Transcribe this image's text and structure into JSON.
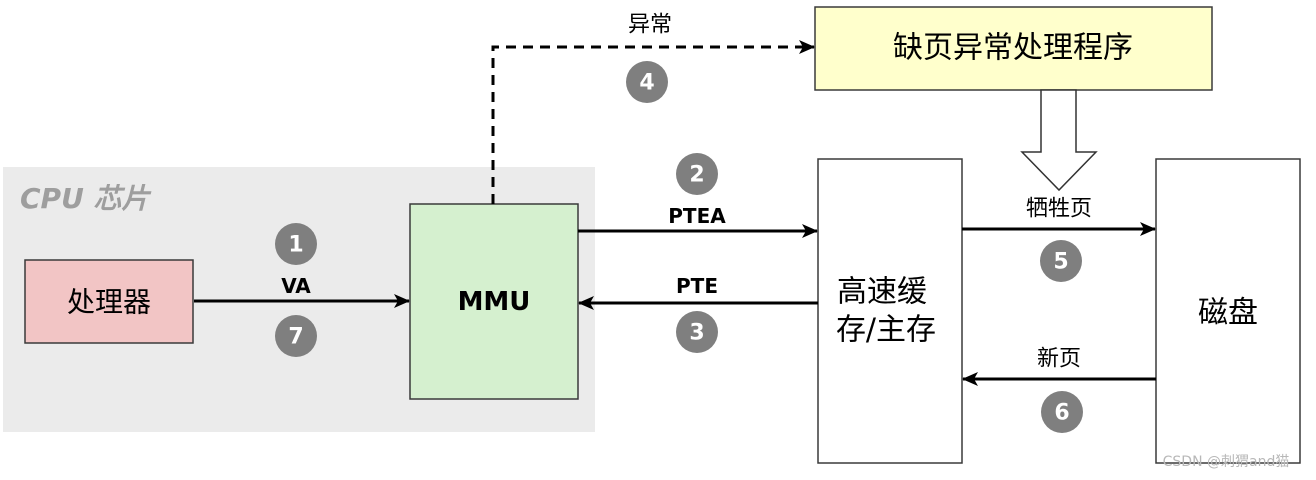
{
  "cpu_chip": {
    "label": "CPU 芯片"
  },
  "nodes": {
    "processor": "处理器",
    "mmu": "MMU",
    "memory": [
      "高速缓",
      "存/主存"
    ],
    "disk": "磁盘",
    "handler": "缺页异常处理程序"
  },
  "edges": {
    "va": {
      "label": "VA",
      "steps": [
        "1",
        "7"
      ]
    },
    "ptea": {
      "label": "PTEA",
      "step": "2"
    },
    "pte": {
      "label": "PTE",
      "step": "3"
    },
    "exception": {
      "label": "异常",
      "step": "4"
    },
    "victim": {
      "label": "牺牲页",
      "step": "5"
    },
    "new_page": {
      "label": "新页",
      "step": "6"
    }
  },
  "watermark": "CSDN @刺猬and猫",
  "colors": {
    "chip": "#ebebeb",
    "processor": "#f2c5c5",
    "mmu": "#d5f0cf",
    "handler": "#ffffcc",
    "badge": "#7f7f7f",
    "chip_label": "#9e9e9e"
  }
}
